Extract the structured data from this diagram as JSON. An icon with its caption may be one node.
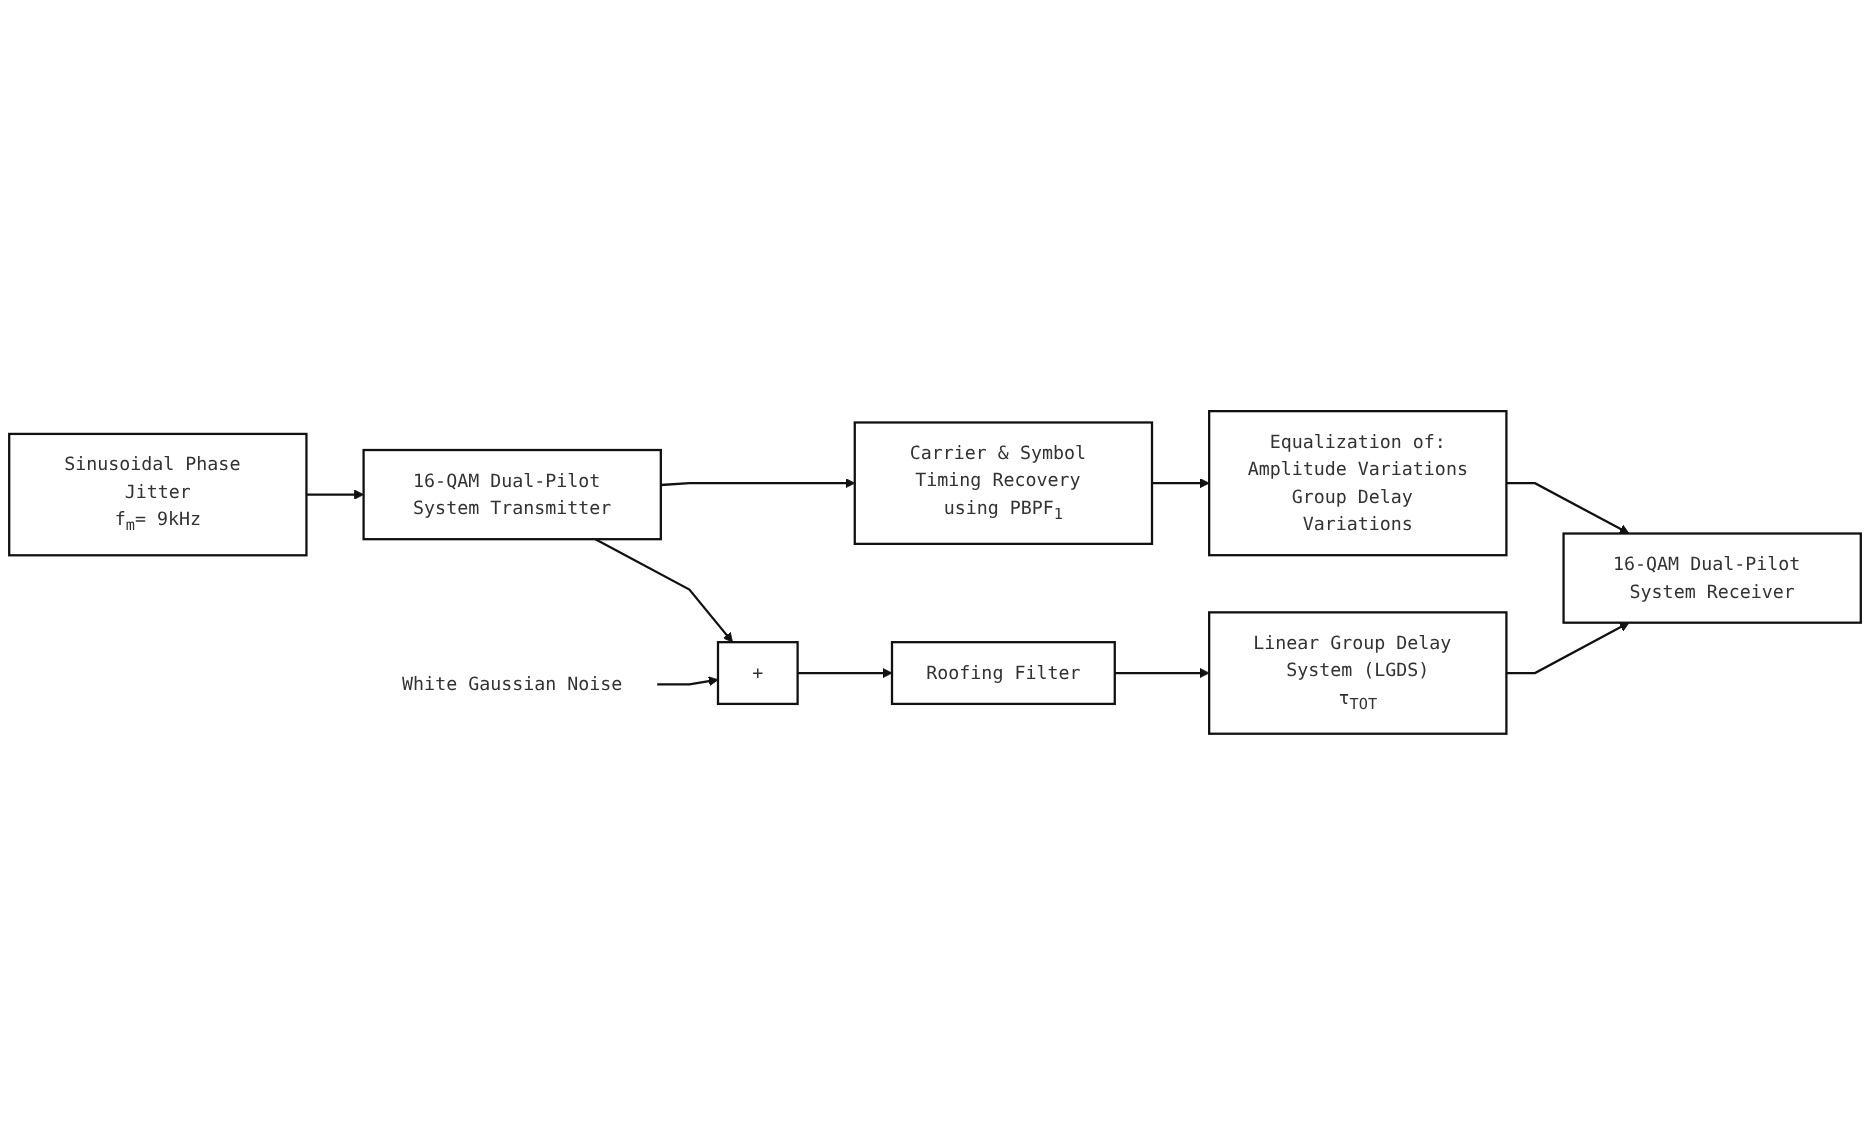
{
  "diagram": {
    "nodes": [
      {
        "text": [
          "16-QAM Dual-Pilot System Transmitter"
        ]
      },
      {
        "text": [
          "Sinusoidal Phase Jitter",
          "f$_{m}$= 9kHz"
        ]
      },
      {
        "text": [
          "Carrier & Symbol Timing Recovery using PBPF$_{1}$"
        ]
      },
      {
        "text": [
          "Equalization of:",
          "Amplitude Variations",
          "Group Delay Variations"
        ]
      },
      {
        "text": [
          "+"
        ]
      },
      {
        "text": [
          "White Gaussian Noise"
        ]
      },
      {
        "text": [
          "Roofing Filter"
        ]
      },
      {
        "text": [
          "Linear Group Delay System (LGDS)",
          "τ$_{TOT}$"
        ]
      },
      {
        "text": [
          "16-QAM Dual-Pilot System Receiver"
        ]
      }
    ],
    "edges": [
      {
        "from": 1,
        "to": 0,
        "arrow": "to"
      },
      {
        "from": 0,
        "to": 2,
        "arrow": "to"
      },
      {
        "from": 0,
        "to": 4,
        "arrow": "to"
      },
      {
        "from": 2,
        "to": 3,
        "arrow": "to"
      },
      {
        "from": 5,
        "to": 4,
        "arrow": "to"
      },
      {
        "from": 4,
        "to": 6,
        "arrow": "to"
      },
      {
        "from": 6,
        "to": 7,
        "arrow": "to"
      },
      {
        "from": 7,
        "to": 8,
        "arrow": "to"
      },
      {
        "from": 3,
        "to": 8,
        "arrow": "to"
      }
    ]
  }
}
